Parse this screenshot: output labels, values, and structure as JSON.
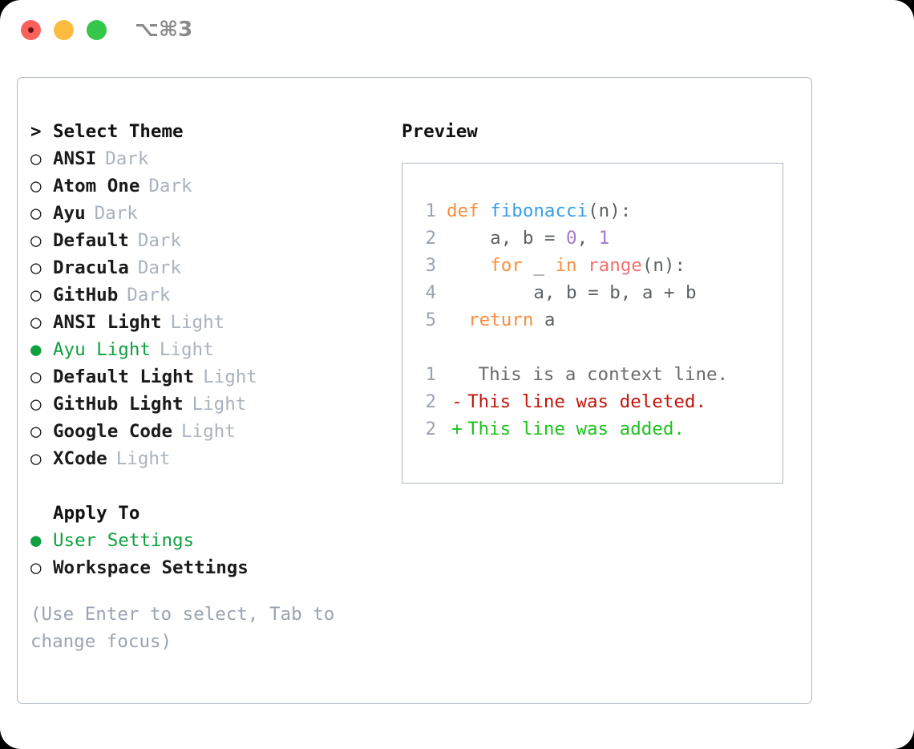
{
  "titlebar": {
    "shortcut": "⌥⌘3",
    "dots": [
      {
        "name": "close",
        "color": "#FC615D"
      },
      {
        "name": "minimize",
        "color": "#FDBC40"
      },
      {
        "name": "zoom",
        "color": "#34C749"
      }
    ]
  },
  "theme_list": {
    "header_marker": ">",
    "header": "Select Theme",
    "items": [
      {
        "marker": "○",
        "name": "ANSI",
        "variant": "Dark",
        "selected": false
      },
      {
        "marker": "○",
        "name": "Atom One",
        "variant": "Dark",
        "selected": false
      },
      {
        "marker": "○",
        "name": "Ayu",
        "variant": "Dark",
        "selected": false
      },
      {
        "marker": "○",
        "name": "Default",
        "variant": "Dark",
        "selected": false
      },
      {
        "marker": "○",
        "name": "Dracula",
        "variant": "Dark",
        "selected": false
      },
      {
        "marker": "○",
        "name": "GitHub",
        "variant": "Dark",
        "selected": false
      },
      {
        "marker": "○",
        "name": "ANSI Light",
        "variant": "Light",
        "selected": false
      },
      {
        "marker": "●",
        "name": "Ayu Light",
        "variant": "Light",
        "selected": true
      },
      {
        "marker": "○",
        "name": "Default Light",
        "variant": "Light",
        "selected": false
      },
      {
        "marker": "○",
        "name": "GitHub Light",
        "variant": "Light",
        "selected": false
      },
      {
        "marker": "○",
        "name": "Google Code",
        "variant": "Light",
        "selected": false
      },
      {
        "marker": "○",
        "name": "XCode",
        "variant": "Light",
        "selected": false
      }
    ]
  },
  "apply_to": {
    "header": "Apply To",
    "items": [
      {
        "marker": "●",
        "name": "User Settings",
        "selected": true
      },
      {
        "marker": "○",
        "name": "Workspace Settings",
        "selected": false
      }
    ]
  },
  "hint": "(Use Enter to select, Tab to change focus)",
  "preview": {
    "title": "Preview",
    "code_lines": [
      {
        "number": "1",
        "tokens": [
          {
            "text": "def ",
            "type": "keyword"
          },
          {
            "text": "fibonacci",
            "type": "function"
          },
          {
            "text": "(n):",
            "type": "plain"
          }
        ]
      },
      {
        "number": "2",
        "tokens": [
          {
            "text": "    a, b = ",
            "type": "plain"
          },
          {
            "text": "0",
            "type": "number"
          },
          {
            "text": ", ",
            "type": "plain"
          },
          {
            "text": "1",
            "type": "number"
          }
        ]
      },
      {
        "number": "3",
        "tokens": [
          {
            "text": "    ",
            "type": "plain"
          },
          {
            "text": "for",
            "type": "keyword"
          },
          {
            "text": " _ ",
            "type": "plain"
          },
          {
            "text": "in",
            "type": "keyword"
          },
          {
            "text": " ",
            "type": "plain"
          },
          {
            "text": "range",
            "type": "builtin"
          },
          {
            "text": "(n):",
            "type": "plain"
          }
        ]
      },
      {
        "number": "4",
        "tokens": [
          {
            "text": "        a, b = b, a + b",
            "type": "plain"
          }
        ]
      },
      {
        "number": "5",
        "tokens": [
          {
            "text": "  ",
            "type": "plain"
          },
          {
            "text": "return",
            "type": "keyword"
          },
          {
            "text": " a",
            "type": "plain"
          }
        ]
      }
    ],
    "diff_lines": [
      {
        "number": "1",
        "sign": " ",
        "text": " This is a context line.",
        "kind": "context"
      },
      {
        "number": "2",
        "sign": "-",
        "text": "This line was deleted.",
        "kind": "deleted"
      },
      {
        "number": "2",
        "sign": "+",
        "text": "This line was added.",
        "kind": "added"
      }
    ]
  },
  "colors": {
    "accent_green": "#0FA03F",
    "muted": "#A9B2BE",
    "border": "#aeb6c2",
    "keyword": "#FA8D3E",
    "function": "#399EE6",
    "number": "#A37ACC",
    "builtin": "#F07171",
    "plain": "#5C6166",
    "diff_context": "#6B6B6B",
    "diff_deleted": "#C0160C",
    "diff_added": "#1DC21D"
  }
}
